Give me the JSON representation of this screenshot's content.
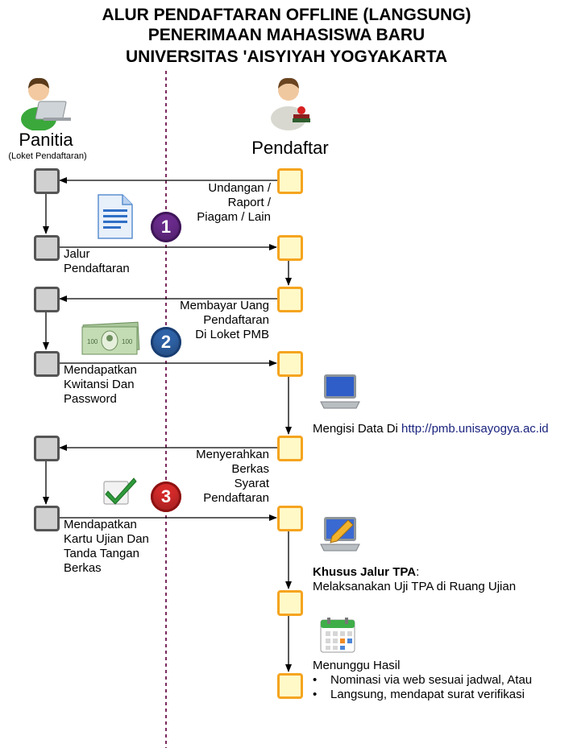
{
  "title": {
    "line1": "ALUR PENDAFTARAN OFFLINE (LANGSUNG)",
    "line2": "PENERIMAAN MAHASISWA BARU",
    "line3": "UNIVERSITAS 'AISYIYAH YOGYAKARTA"
  },
  "actors": {
    "panitia": {
      "name": "Panitia",
      "sub": "(Loket Pendaftaran)",
      "icon": "person-laptop-icon"
    },
    "pendaftar": {
      "name": "Pendaftar",
      "icon": "student-books-icon"
    }
  },
  "steps": {
    "undangan": "Undangan /\nRaport /\nPiagam / Lain",
    "jalur": "Jalur\nPendaftaran",
    "membayar": "Membayar Uang\nPendaftaran\nDi Loket PMB",
    "kwitansi": "Mendapatkan\nKwitansi Dan\nPassword",
    "mengisi_prefix": "Mengisi Data Di ",
    "mengisi_link": "http://pmb.unisayogya.ac.id",
    "menyerahkan": "Menyerahkan\nBerkas\nSyarat\nPendaftaran",
    "kartu": "Mendapatkan\nKartu Ujian Dan\nTanda Tangan\nBerkas",
    "tpa_bold": "Khusus Jalur TPA",
    "tpa_colon": ":",
    "tpa_desc": "Melaksanakan Uji TPA di Ruang Ujian",
    "hasil": "Menunggu Hasil",
    "hasil_bullets": [
      "Nominasi via web sesuai jadwal, Atau",
      "Langsung, mendapat surat verifikasi"
    ]
  },
  "badges": [
    "1",
    "2",
    "3"
  ],
  "icons": [
    "document-icon",
    "money-icon",
    "checkmark-icon",
    "laptop-icon",
    "laptop-pencil-icon",
    "calendar-icon"
  ],
  "colors": {
    "panitia_box": "#d0d0d0",
    "panitia_border": "#555555",
    "pendaftar_box": "#fff9c8",
    "pendaftar_border": "#f5a41f",
    "badge1": "#6a2b8c",
    "badge2": "#2f63a8",
    "badge3": "#d42a2a",
    "divider": "#7a2b5e",
    "link": "#1a237e"
  }
}
